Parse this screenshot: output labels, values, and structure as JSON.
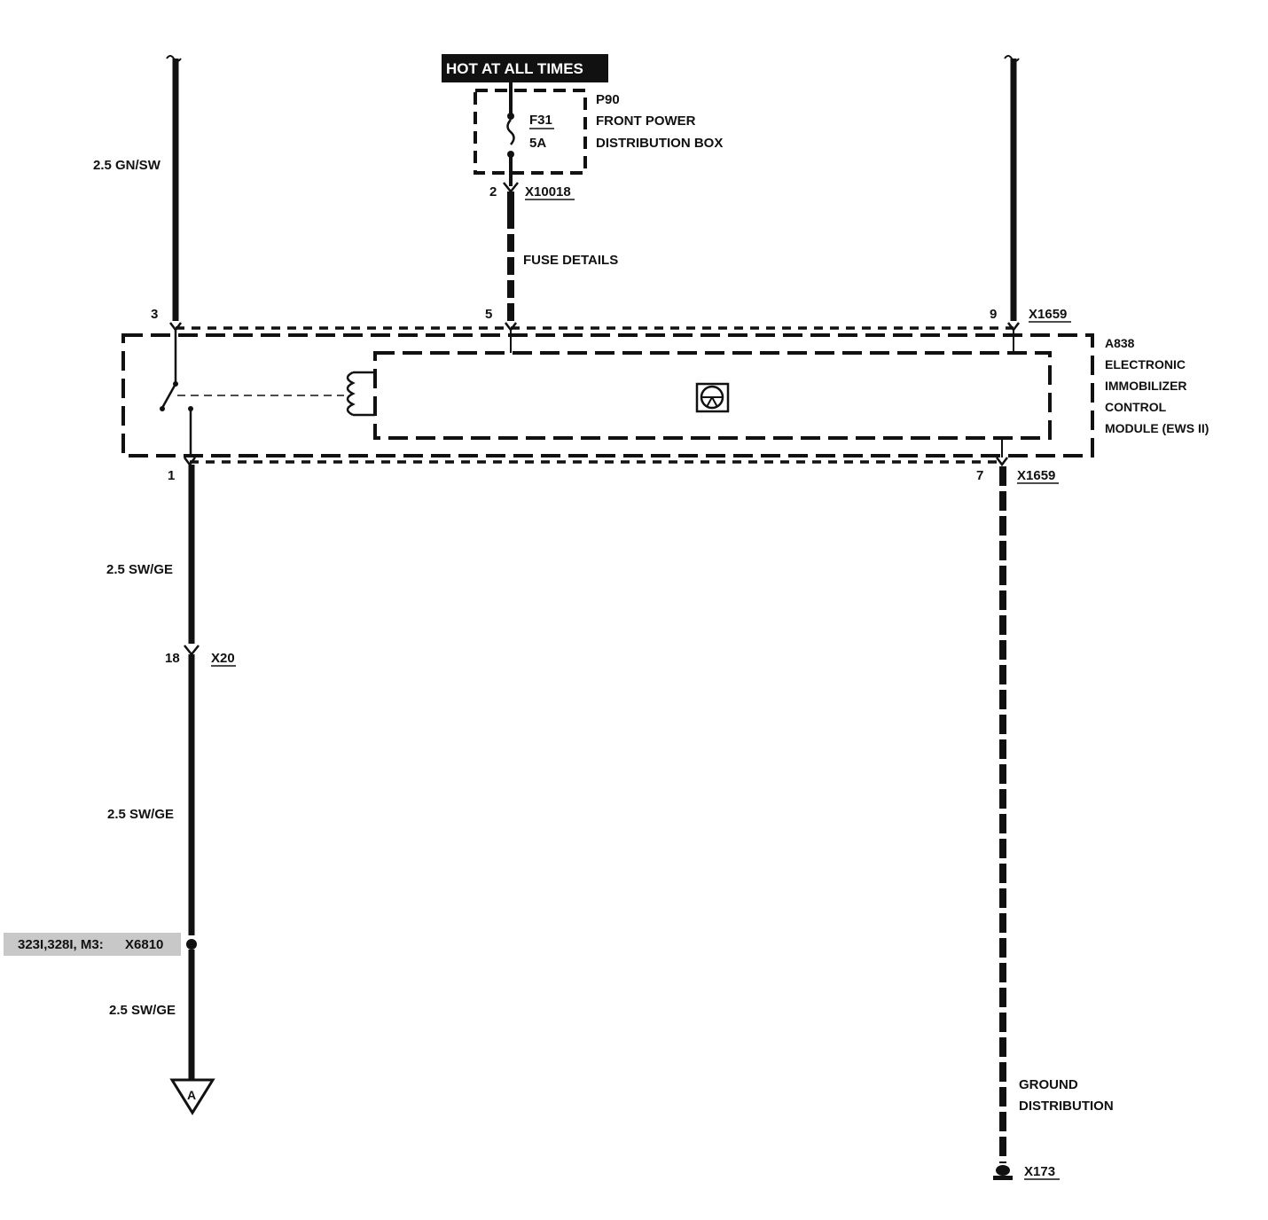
{
  "hot_banner": "HOT AT ALL TIMES",
  "fuse_box": {
    "id": "P90",
    "name_line1": "FRONT POWER",
    "name_line2": "DISTRIBUTION BOX",
    "fuse_id": "F31",
    "fuse_rating": "5A"
  },
  "connectors": {
    "x10018": {
      "name": "X10018",
      "pin": "2"
    },
    "x1659_top": {
      "name": "X1659",
      "pin": "9"
    },
    "x1659_bottom": {
      "name": "X1659",
      "pin": "7"
    },
    "x20": {
      "name": "X20",
      "pin": "18"
    },
    "x6810": {
      "name": "X6810",
      "prefix": "323I,328I, M3:"
    },
    "x173": {
      "name": "X173"
    }
  },
  "pins": {
    "left_top": "3",
    "middle_top": "5",
    "left_bottom": "1"
  },
  "wires": {
    "left_top": "2.5 GN/SW",
    "left_bottom_1": "2.5 SW/GE",
    "left_bottom_2": "2.5 SW/GE",
    "left_bottom_3": "2.5 SW/GE"
  },
  "fuse_details": "FUSE DETAILS",
  "module": {
    "id": "A838",
    "line1": "ELECTRONIC",
    "line2": "IMMOBILIZER",
    "line3": "CONTROL",
    "line4": "MODULE (EWS II)"
  },
  "ground": {
    "line1": "GROUND",
    "line2": "DISTRIBUTION"
  },
  "offpage_ref": "A",
  "colors": {
    "ink": "#111111",
    "background": "#ffffff",
    "banner_bg": "#111111",
    "banner_text": "#ffffff",
    "shade": "#c8c8c8"
  }
}
